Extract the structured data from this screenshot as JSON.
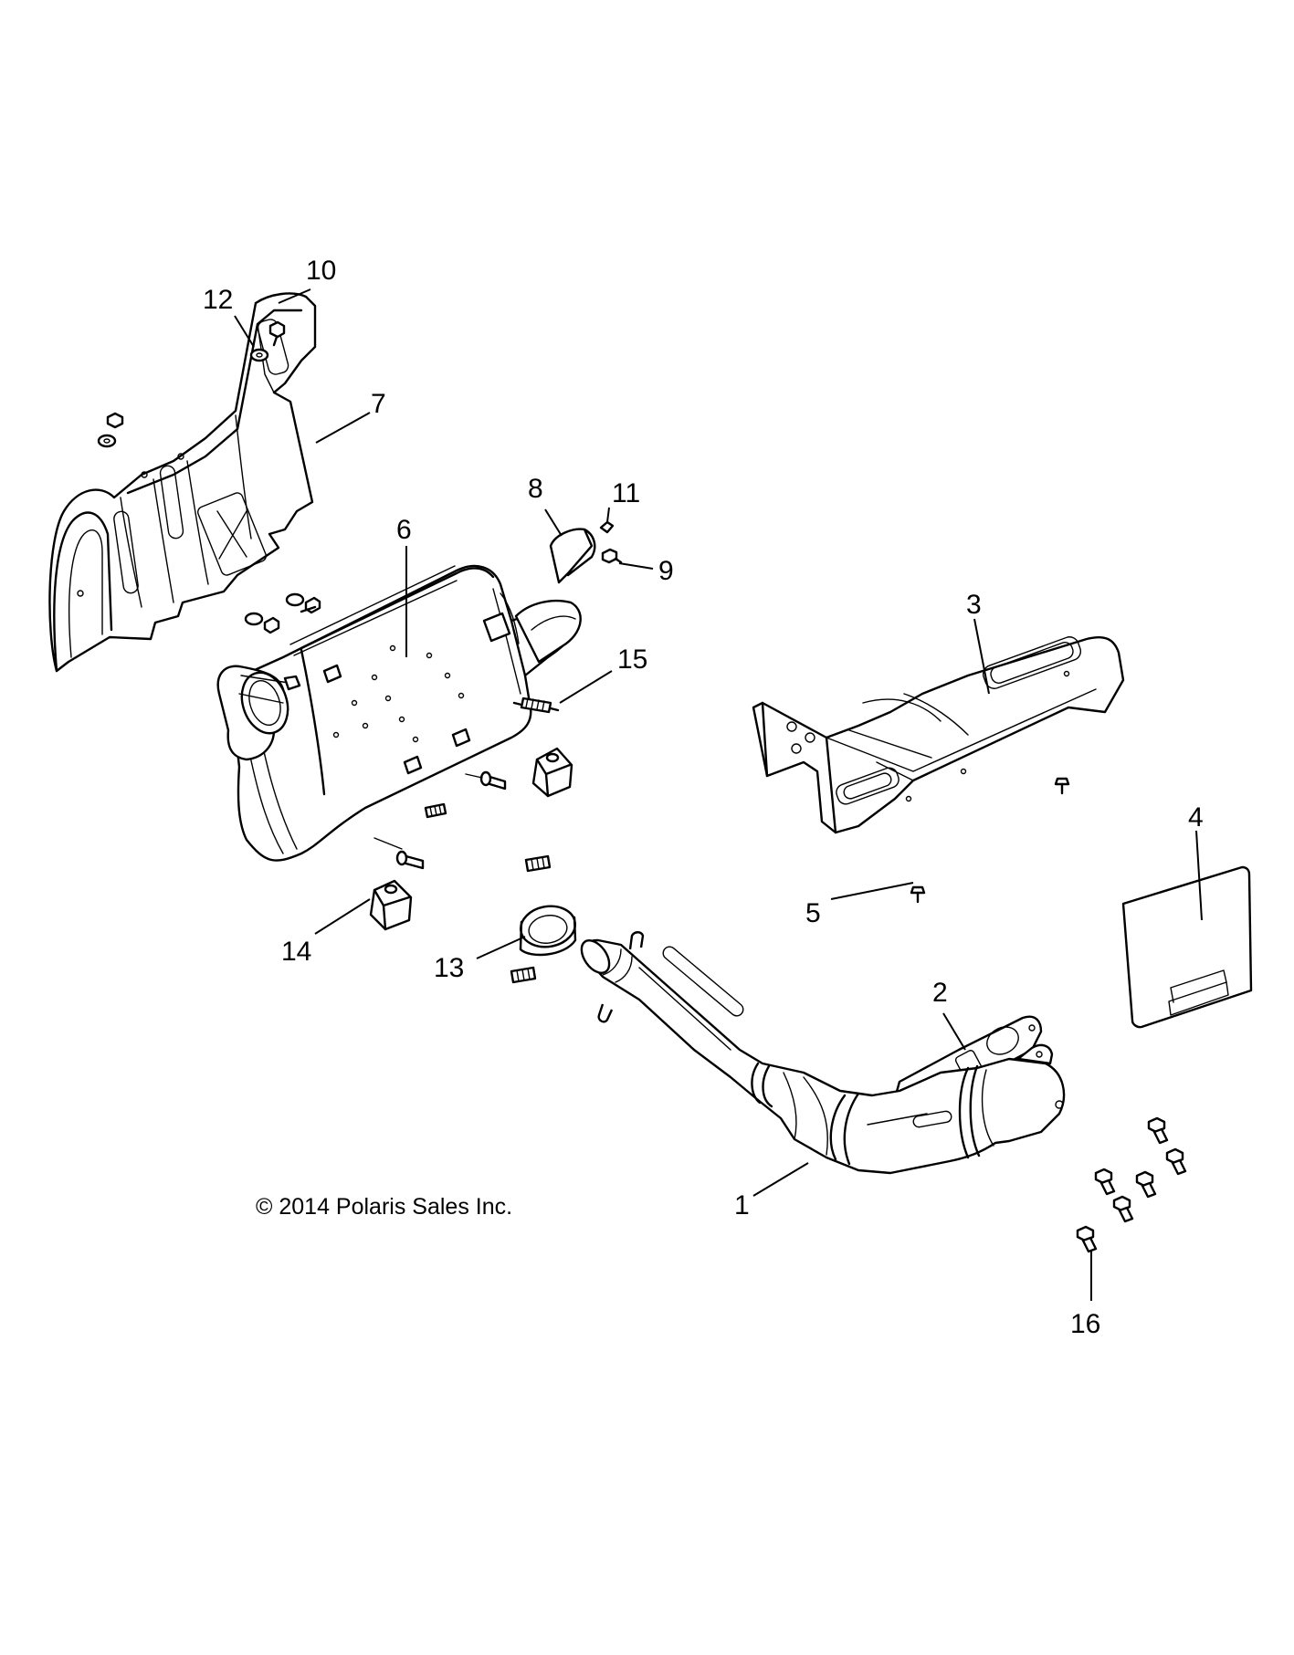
{
  "copyright": "© 2014 Polaris Sales Inc.",
  "callouts": {
    "c1": "1",
    "c2": "2",
    "c3": "3",
    "c4": "4",
    "c5": "5",
    "c6": "6",
    "c7": "7",
    "c8": "8",
    "c9": "9",
    "c10": "10",
    "c11": "11",
    "c12": "12",
    "c13": "13",
    "c14": "14",
    "c15": "15",
    "c16": "16"
  }
}
